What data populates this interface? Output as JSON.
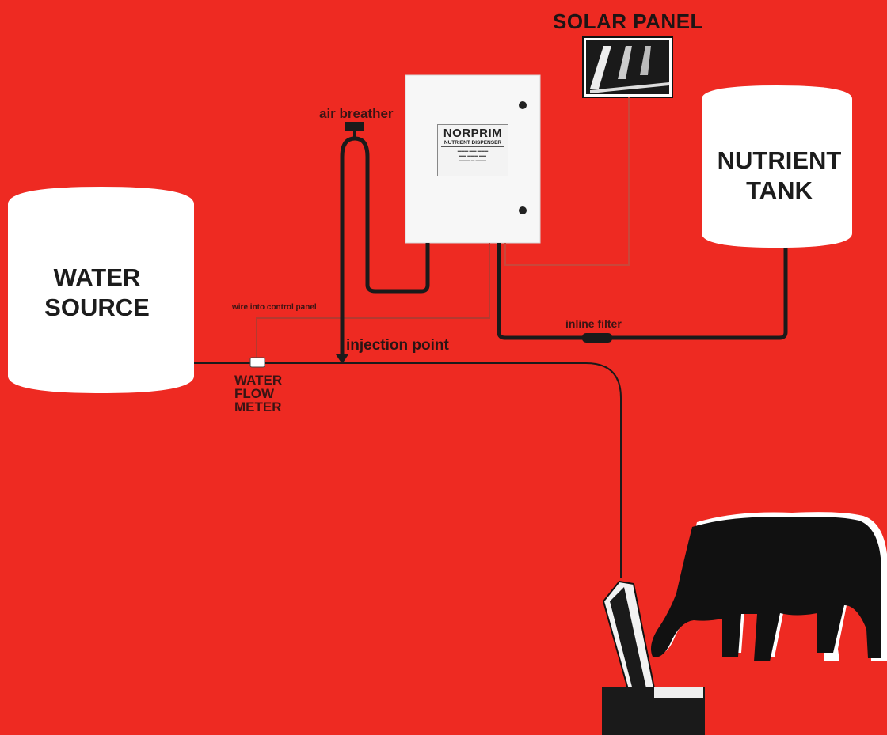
{
  "labels": {
    "solar_panel": "SOLAR PANEL",
    "air_breather": "air breather",
    "nutrient_tank": [
      "NUTRIENT",
      "TANK"
    ],
    "water_source": [
      "WATER",
      "SOURCE"
    ],
    "wire_into_control_panel": "wire into control panel",
    "injection_point": "injection point",
    "inline_filter": "inline filter",
    "water_flow_meter": [
      "WATER",
      "FLOW",
      "METER"
    ]
  },
  "dispenser": {
    "brand": "NORPRIM",
    "subtitle": "NUTRIENT DISPENSER"
  },
  "colors": {
    "background": "#ee2a22",
    "pipe": "#1a1a1a",
    "wire": "#c9473a",
    "tank": "#ffffff"
  }
}
